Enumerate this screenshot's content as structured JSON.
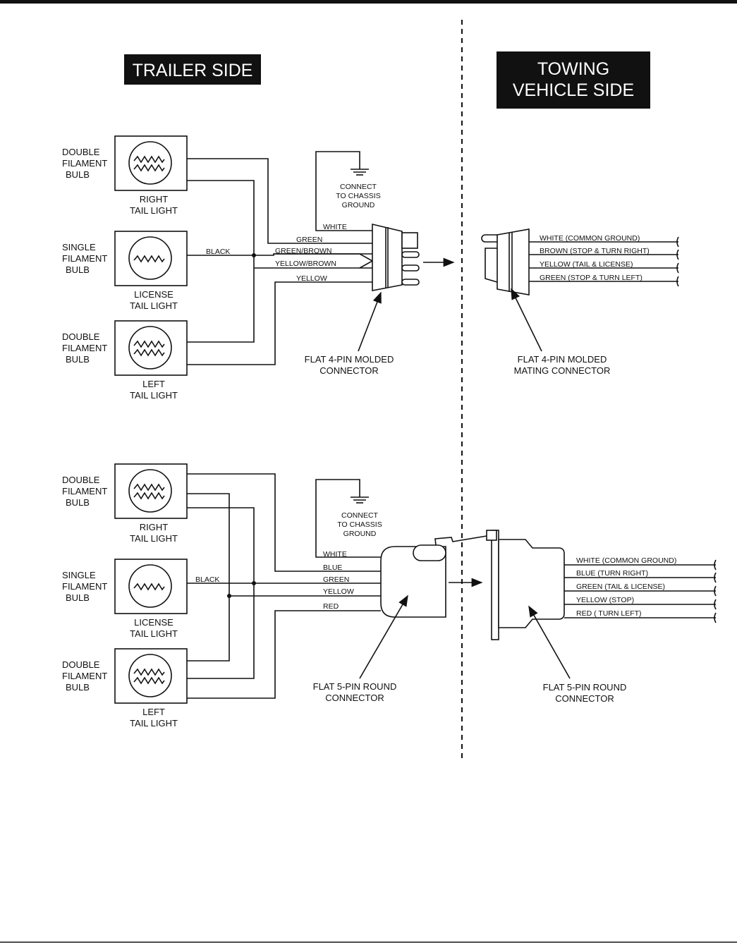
{
  "headers": {
    "trailer": "TRAILER SIDE",
    "towing_1": "TOWING",
    "towing_2": "VEHICLE SIDE"
  },
  "four_pin": {
    "lights": [
      {
        "bulb": [
          "DOUBLE",
          "FILAMENT",
          "BULB"
        ],
        "label": [
          "RIGHT",
          "TAIL LIGHT"
        ]
      },
      {
        "bulb": [
          "SINGLE",
          "FILAMENT",
          "BULB"
        ],
        "label": [
          "LICENSE",
          "TAIL LIGHT"
        ]
      },
      {
        "bulb": [
          "DOUBLE",
          "FILAMENT",
          "BULB"
        ],
        "label": [
          "LEFT",
          "TAIL LIGHT"
        ]
      }
    ],
    "ground": [
      "CONNECT",
      "TO CHASSIS",
      "GROUND"
    ],
    "wires": {
      "white": "WHITE",
      "green": "GREEN",
      "black": "BLACK",
      "green_brown": "GREEN/BROWN",
      "yellow_brown": "YELLOW/BROWN",
      "yellow": "YELLOW"
    },
    "connector_label": [
      "FLAT 4-PIN MOLDED",
      "CONNECTOR"
    ],
    "mating_label": [
      "FLAT 4-PIN MOLDED",
      "MATING CONNECTOR"
    ],
    "vehicle_wires": [
      "WHITE (COMMON GROUND)",
      "BROWN (STOP & TURN RIGHT)",
      "YELLOW (TAIL & LICENSE)",
      "GREEN (STOP & TURN LEFT)"
    ]
  },
  "five_pin": {
    "lights": [
      {
        "bulb": [
          "DOUBLE",
          "FILAMENT",
          "BULB"
        ],
        "label": [
          "RIGHT",
          "TAIL LIGHT"
        ]
      },
      {
        "bulb": [
          "SINGLE",
          "FILAMENT",
          "BULB"
        ],
        "label": [
          "LICENSE",
          "TAIL LIGHT"
        ]
      },
      {
        "bulb": [
          "DOUBLE",
          "FILAMENT",
          "BULB"
        ],
        "label": [
          "LEFT",
          "TAIL LIGHT"
        ]
      }
    ],
    "ground": [
      "CONNECT",
      "TO CHASSIS",
      "GROUND"
    ],
    "wires": {
      "white": "WHITE",
      "blue": "BLUE",
      "green": "GREEN",
      "yellow": "YELLOW",
      "red": "RED",
      "black": "BLACK"
    },
    "connector_label": [
      "FLAT 5-PIN ROUND",
      "CONNECTOR"
    ],
    "mating_label": [
      "FLAT 5-PIN ROUND",
      "CONNECTOR"
    ],
    "vehicle_wires": [
      "WHITE (COMMON GROUND)",
      "BLUE (TURN RIGHT)",
      "GREEN (TAIL & LICENSE)",
      "YELLOW (STOP)",
      "RED ( TURN LEFT)"
    ]
  }
}
